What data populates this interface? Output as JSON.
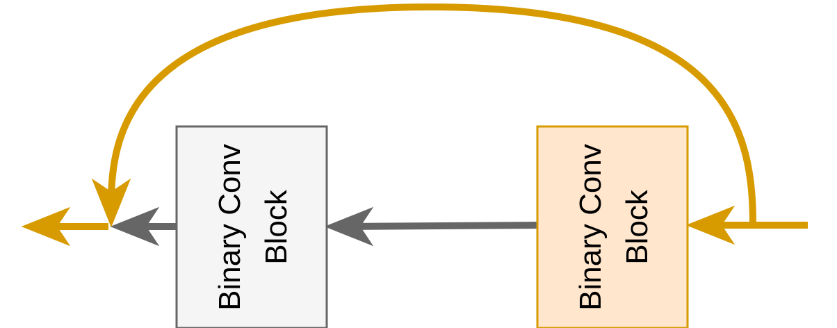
{
  "diagram": {
    "blocks": [
      {
        "id": "left",
        "label_line1": "Binary Conv",
        "label_line2": "Block",
        "fill": "#f5f5f5",
        "stroke": "#666666"
      },
      {
        "id": "right",
        "label_line1": "Binary Conv",
        "label_line2": "Block",
        "fill": "#ffe6cc",
        "stroke": "#d79b00"
      }
    ],
    "colors": {
      "skip_path": "#d79b00",
      "main_path": "#666666"
    },
    "flow_direction": "right-to-left"
  }
}
